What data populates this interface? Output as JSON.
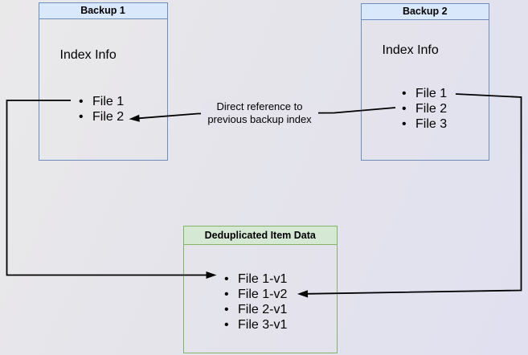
{
  "diagram": {
    "backup1": {
      "title": "Backup 1",
      "subtitle": "Index Info",
      "items": [
        "File 1",
        "File 2"
      ]
    },
    "backup2": {
      "title": "Backup 2",
      "subtitle": "Index Info",
      "items": [
        "File 1",
        "File 2",
        "File 3"
      ]
    },
    "dedup": {
      "title": "Deduplicated Item Data",
      "items": [
        "File 1-v1",
        "File 1-v2",
        "File 2-v1",
        "File 3-v1"
      ]
    },
    "edge_label": {
      "line1": "Direct reference to",
      "line2": "previous backup index"
    }
  },
  "connectors": [
    {
      "name": "direct-reference-arrow",
      "from": "Backup 2 File 2",
      "to": "Backup 1 File 2"
    },
    {
      "name": "backup1-file1-to-dedup-arrow",
      "from": "Backup 1 File 1",
      "to": "Deduplicated Item Data File 1-v1"
    },
    {
      "name": "backup2-file1-to-dedup-arrow",
      "from": "Backup 2 File 1",
      "to": "Deduplicated Item Data File 1-v2"
    }
  ],
  "colors": {
    "blue_fill": "#dae8fc",
    "blue_border": "#6c8ebf",
    "green_fill": "#d5e8d4",
    "green_border": "#82b366",
    "line": "#000000",
    "text": "#000000",
    "bg_top_left": "#eae9ea",
    "bg_bottom_right": "#e0e0f0",
    "label_bg": "#e5e4ec"
  }
}
